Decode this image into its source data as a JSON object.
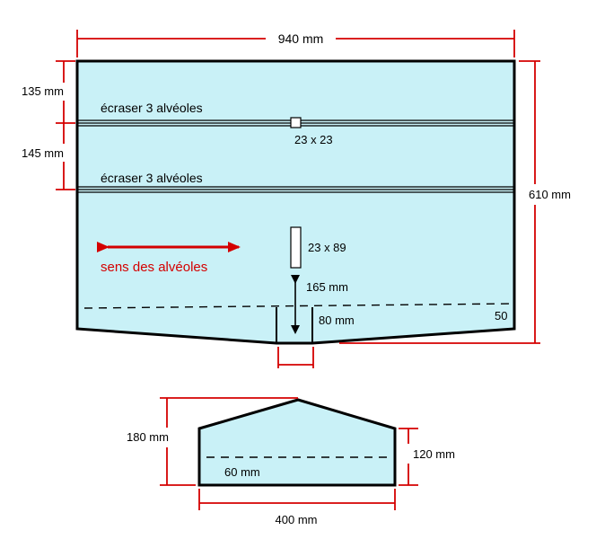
{
  "colors": {
    "panel_fill": "#c9f1f7",
    "outline": "#000000",
    "dimension_line": "#d40000",
    "arrow_label": "#d40000"
  },
  "wing": {
    "width_label": "940 mm",
    "height_label": "610 mm",
    "offset_1_label": "135 mm",
    "offset_2_label": "145 mm",
    "crush_label_1": "écraser 3 alvéoles",
    "crush_label_2": "écraser 3 alvéoles",
    "square_cutout_label": "23 x 23",
    "slot_label": "23 x 89",
    "slot_distance_label": "165 mm",
    "notch_label": "80 mm",
    "corner_label": "50",
    "direction_label": "sens des alvéoles"
  },
  "fin": {
    "height_label": "180 mm",
    "side_height_label": "120 mm",
    "dashed_label": "60 mm",
    "width_label": "400 mm"
  }
}
